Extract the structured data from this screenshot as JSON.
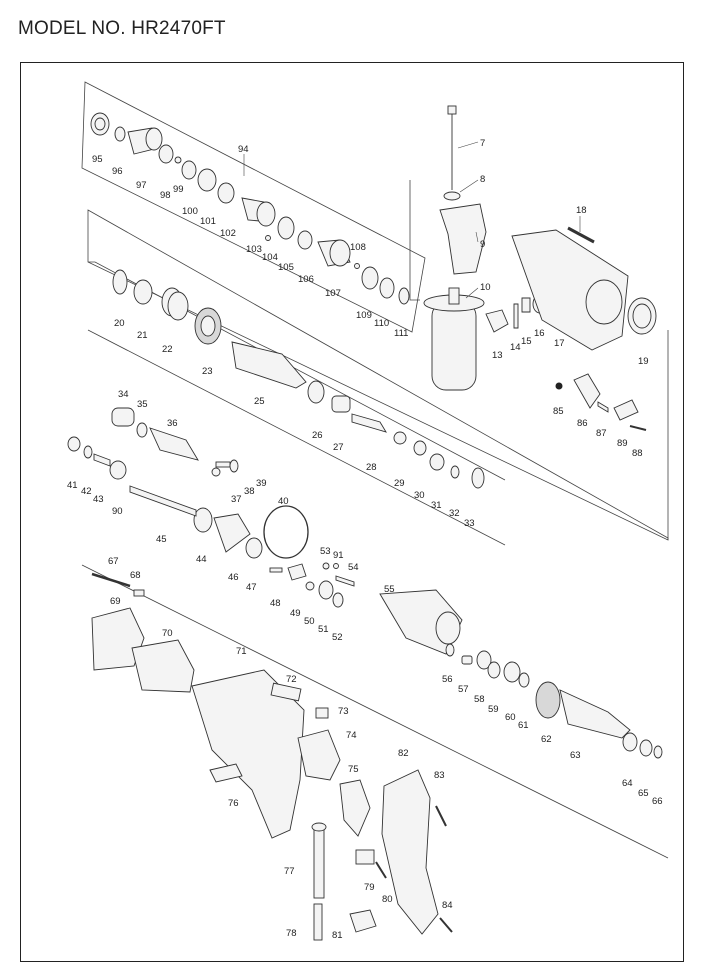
{
  "header": {
    "model": "MODEL NO. HR2470FT"
  },
  "labels": [
    "7",
    "8",
    "9",
    "10",
    "13",
    "14",
    "15",
    "16",
    "17",
    "18",
    "19",
    "20",
    "21",
    "22",
    "23",
    "25",
    "26",
    "27",
    "28",
    "29",
    "30",
    "31",
    "32",
    "33",
    "34",
    "35",
    "36",
    "37",
    "38",
    "39",
    "40",
    "41",
    "42",
    "43",
    "44",
    "45",
    "46",
    "47",
    "48",
    "49",
    "50",
    "51",
    "52",
    "53",
    "54",
    "55",
    "56",
    "57",
    "58",
    "59",
    "60",
    "61",
    "62",
    "63",
    "64",
    "65",
    "66",
    "67",
    "68",
    "69",
    "70",
    "71",
    "72",
    "73",
    "74",
    "75",
    "76",
    "77",
    "78",
    "79",
    "80",
    "81",
    "82",
    "83",
    "84",
    "85",
    "86",
    "87",
    "88",
    "89",
    "90",
    "91",
    "94",
    "95",
    "96",
    "97",
    "98",
    "99",
    "100",
    "101",
    "102",
    "103",
    "104",
    "105",
    "106",
    "107",
    "108",
    "109",
    "110",
    "111"
  ],
  "icons": {
    "logo": "makita-logo"
  }
}
